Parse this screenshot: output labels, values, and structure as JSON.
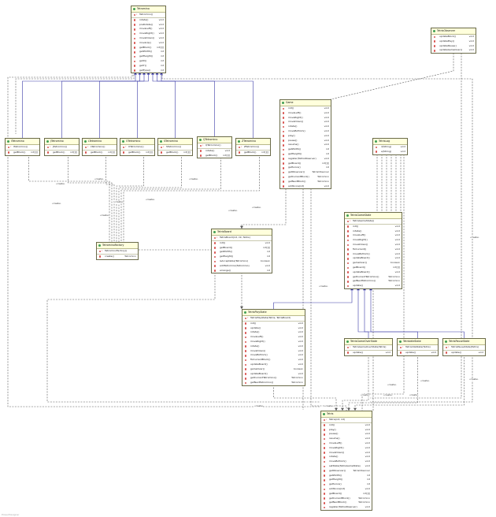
{
  "diagram": {
    "edge_label": "«create»",
    "footer": "PowerDesigner",
    "classes": [
      {
        "id": "tetromino",
        "name": "Tetromino",
        "rows": [
          {
            "text": "Tetromino()",
            "type": "",
            "ctor": true,
            "sep": true
          },
          {
            "text": "rotate()",
            "type": "void"
          },
          {
            "text": "preRotate()",
            "type": "void"
          },
          {
            "text": "moveLeft()",
            "type": "void"
          },
          {
            "text": "moveRight()",
            "type": "void"
          },
          {
            "text": "moveDown()",
            "type": "void"
          },
          {
            "text": "moveUp()",
            "type": "void"
          },
          {
            "text": "getBlock()",
            "type": "int[][]"
          },
          {
            "text": "getWidth()",
            "type": "int"
          },
          {
            "text": "getHeight()",
            "type": "int"
          },
          {
            "text": "getX()",
            "type": "int"
          },
          {
            "text": "getY()",
            "type": "int"
          },
          {
            "text": "getType()",
            "type": "int"
          }
        ]
      },
      {
        "id": "tetrisobserver",
        "name": "TetrisObserver",
        "rows": [
          {
            "text": "updateBlock()",
            "type": "void"
          },
          {
            "text": "updatePlay()",
            "type": "void"
          },
          {
            "text": "updatePause()",
            "type": "void"
          },
          {
            "text": "updateGameOver()",
            "type": "void"
          }
        ]
      },
      {
        "id": "itetromino",
        "name": "ITetromino",
        "rows": [
          {
            "text": "ITetromino()",
            "type": "",
            "ctor": true,
            "sep": true
          },
          {
            "text": "getBlock()",
            "type": "int[][]"
          }
        ]
      },
      {
        "id": "jtetromino",
        "name": "JTetromino",
        "rows": [
          {
            "text": "JTetromino()",
            "type": "",
            "ctor": true,
            "sep": true
          },
          {
            "text": "getBlock()",
            "type": "int[][]"
          }
        ]
      },
      {
        "id": "ltetromino",
        "name": "LTetromino",
        "rows": [
          {
            "text": "LTetromino()",
            "type": "",
            "ctor": true,
            "sep": true
          },
          {
            "text": "getBlock()",
            "type": "int[][]"
          }
        ]
      },
      {
        "id": "otetromino",
        "name": "OTetromino",
        "rows": [
          {
            "text": "OTetromino()",
            "type": "",
            "ctor": true,
            "sep": true
          },
          {
            "text": "getBlock()",
            "type": "int[][]"
          }
        ]
      },
      {
        "id": "stetromino",
        "name": "STetromino",
        "rows": [
          {
            "text": "STetromino()",
            "type": "",
            "ctor": true,
            "sep": true
          },
          {
            "text": "getBlock()",
            "type": "int[][]"
          }
        ]
      },
      {
        "id": "qtetromino",
        "name": "QTetromino",
        "rows": [
          {
            "text": "QTetromino()",
            "type": "",
            "ctor": true,
            "sep": true
          },
          {
            "text": "rotate()",
            "type": "void"
          },
          {
            "text": "getBlock()",
            "type": "int[][]"
          }
        ]
      },
      {
        "id": "ztetromino",
        "name": "ZTetromino",
        "rows": [
          {
            "text": "ZTetromino()",
            "type": "",
            "ctor": true,
            "sep": true
          },
          {
            "text": "getBlock()",
            "type": "int[][]"
          }
        ]
      },
      {
        "id": "game",
        "name": "Game",
        "rows": [
          {
            "text": "init()",
            "type": "void"
          },
          {
            "text": "moveLeft()",
            "type": "void"
          },
          {
            "text": "moveRight()",
            "type": "void"
          },
          {
            "text": "moveDown()",
            "type": "void"
          },
          {
            "text": "rotate()",
            "type": "void"
          },
          {
            "text": "moveBottom()",
            "type": "void"
          },
          {
            "text": "play()",
            "type": "void"
          },
          {
            "text": "pause()",
            "type": "void"
          },
          {
            "text": "resume()",
            "type": "void"
          },
          {
            "text": "getWidth()",
            "type": "int"
          },
          {
            "text": "getHeight()",
            "type": "int"
          },
          {
            "text": "register(TetrisObserver)",
            "type": "void"
          },
          {
            "text": "getBoard()",
            "type": "int[][]"
          },
          {
            "text": "getScore()",
            "type": "int"
          },
          {
            "text": "getObserver()",
            "type": "TetrisObserver"
          },
          {
            "text": "getCurrentBlock()",
            "type": "Tetromino"
          },
          {
            "text": "getNextBlock()",
            "type": "Tetromino"
          },
          {
            "text": "addScore(int)",
            "type": "void"
          }
        ]
      },
      {
        "id": "tetrislog",
        "name": "TetrisLog",
        "rows": [
          {
            "text": "d(String)",
            "type": "void"
          },
          {
            "text": "e(String)",
            "type": "void"
          }
        ]
      },
      {
        "id": "tetrominofactory",
        "name": "TetrominoFactory",
        "rows": [
          {
            "text": "TetrominoFactory()",
            "type": "",
            "ctor": true,
            "sep": true
          },
          {
            "text": "create()",
            "type": "Tetromino"
          }
        ]
      },
      {
        "id": "tetrisboard",
        "name": "TetrisBoard",
        "rows": [
          {
            "text": "TetrisBoard(int, int, Tetris)",
            "type": "",
            "ctor": true,
            "sep": true
          },
          {
            "text": "init()",
            "type": "void"
          },
          {
            "text": "getBoard()",
            "type": "int[][]"
          },
          {
            "text": "getWidth()",
            "type": "int"
          },
          {
            "text": "getHeight()",
            "type": "int"
          },
          {
            "text": "isAcceptable(Tetromino)",
            "type": "boolean"
          },
          {
            "text": "addTetromino(Tetromino)",
            "type": "void"
          },
          {
            "text": "arrange()",
            "type": "int"
          }
        ]
      },
      {
        "id": "tetrisgamestate",
        "name": "TetrisGameState",
        "rows": [
          {
            "text": "TetrisGameState()",
            "type": "",
            "ctor": true,
            "sep": true
          },
          {
            "text": "init()",
            "type": "void"
          },
          {
            "text": "rotate()",
            "type": "void"
          },
          {
            "text": "moveLeft()",
            "type": "void"
          },
          {
            "text": "moveRight()",
            "type": "void"
          },
          {
            "text": "moveDown()",
            "type": "void"
          },
          {
            "text": "fixCurrent()",
            "type": "void"
          },
          {
            "text": "moveBottom()",
            "type": "void"
          },
          {
            "text": "updateBoard()",
            "type": "void"
          },
          {
            "text": "gameOver()",
            "type": "boolean"
          },
          {
            "text": "getBoard()",
            "type": "int[][]"
          },
          {
            "text": "updateBoard()",
            "type": "void"
          },
          {
            "text": "getCurrentTetromino()",
            "type": "Tetromino"
          },
          {
            "text": "getNextTetromino()",
            "type": "Tetromino"
          },
          {
            "text": "update()",
            "type": "void"
          }
        ]
      },
      {
        "id": "tetrisplaystate",
        "name": "TetrisPlayState",
        "rows": [
          {
            "text": "TetrisPlayState(Tetris, TetrisBoard)",
            "type": "",
            "ctor": true,
            "sep": true
          },
          {
            "text": "init()",
            "type": "void"
          },
          {
            "text": "update()",
            "type": "void"
          },
          {
            "text": "rotate()",
            "type": "void"
          },
          {
            "text": "moveLeft()",
            "type": "void"
          },
          {
            "text": "moveRight()",
            "type": "void"
          },
          {
            "text": "rotate()",
            "type": "void"
          },
          {
            "text": "moveDown()",
            "type": "void"
          },
          {
            "text": "moveBottom()",
            "type": "void"
          },
          {
            "text": "fixCurrentBlock()",
            "type": "void"
          },
          {
            "text": "updateBoard()",
            "type": "void"
          },
          {
            "text": "gameOver()",
            "type": "boolean"
          },
          {
            "text": "updateBoard()",
            "type": "void"
          },
          {
            "text": "getCurrentTetromino()",
            "type": "Tetromino"
          },
          {
            "text": "getNextTetromino()",
            "type": "Tetromino"
          }
        ]
      },
      {
        "id": "tetrisgameoverstate",
        "name": "TetrisGameOverState",
        "rows": [
          {
            "text": "TetrisGameOverState(Tetris)",
            "type": "",
            "ctor": true,
            "sep": true
          },
          {
            "text": "update()",
            "type": "void"
          }
        ]
      },
      {
        "id": "tetrisidlestate",
        "name": "TetrisIdleState",
        "rows": [
          {
            "text": "TetrisIdleState(Tetris)",
            "type": "",
            "ctor": true,
            "sep": true
          },
          {
            "text": "update()",
            "type": "void"
          }
        ]
      },
      {
        "id": "tetrispausestate",
        "name": "TetrisPauseState",
        "rows": [
          {
            "text": "TetrisPauseState(Tetris)",
            "type": "",
            "ctor": true,
            "sep": true
          },
          {
            "text": "update()",
            "type": "void"
          }
        ]
      },
      {
        "id": "tetris",
        "name": "Tetris",
        "rows": [
          {
            "text": "Tetris(int, int)",
            "type": "",
            "ctor": true,
            "sep": true
          },
          {
            "text": "init()",
            "type": "void"
          },
          {
            "text": "play()",
            "type": "void"
          },
          {
            "text": "pause()",
            "type": "void"
          },
          {
            "text": "resume()",
            "type": "void"
          },
          {
            "text": "moveLeft()",
            "type": "void"
          },
          {
            "text": "moveRight()",
            "type": "void"
          },
          {
            "text": "moveDown()",
            "type": "void"
          },
          {
            "text": "rotate()",
            "type": "void"
          },
          {
            "text": "moveBottom()",
            "type": "void"
          },
          {
            "text": "setState(TetrisGameState)",
            "type": "void"
          },
          {
            "text": "getObserver()",
            "type": "TetrisObserver"
          },
          {
            "text": "getWidth()",
            "type": "int"
          },
          {
            "text": "getHeight()",
            "type": "int"
          },
          {
            "text": "getScore()",
            "type": "int"
          },
          {
            "text": "addScore(int)",
            "type": "void"
          },
          {
            "text": "getBoard()",
            "type": "int[][]"
          },
          {
            "text": "getCurrentBlock()",
            "type": "Tetromino"
          },
          {
            "text": "getNextBlock()",
            "type": "Tetromino"
          },
          {
            "text": "register(TetrisObserver)",
            "type": "void"
          }
        ]
      }
    ]
  }
}
